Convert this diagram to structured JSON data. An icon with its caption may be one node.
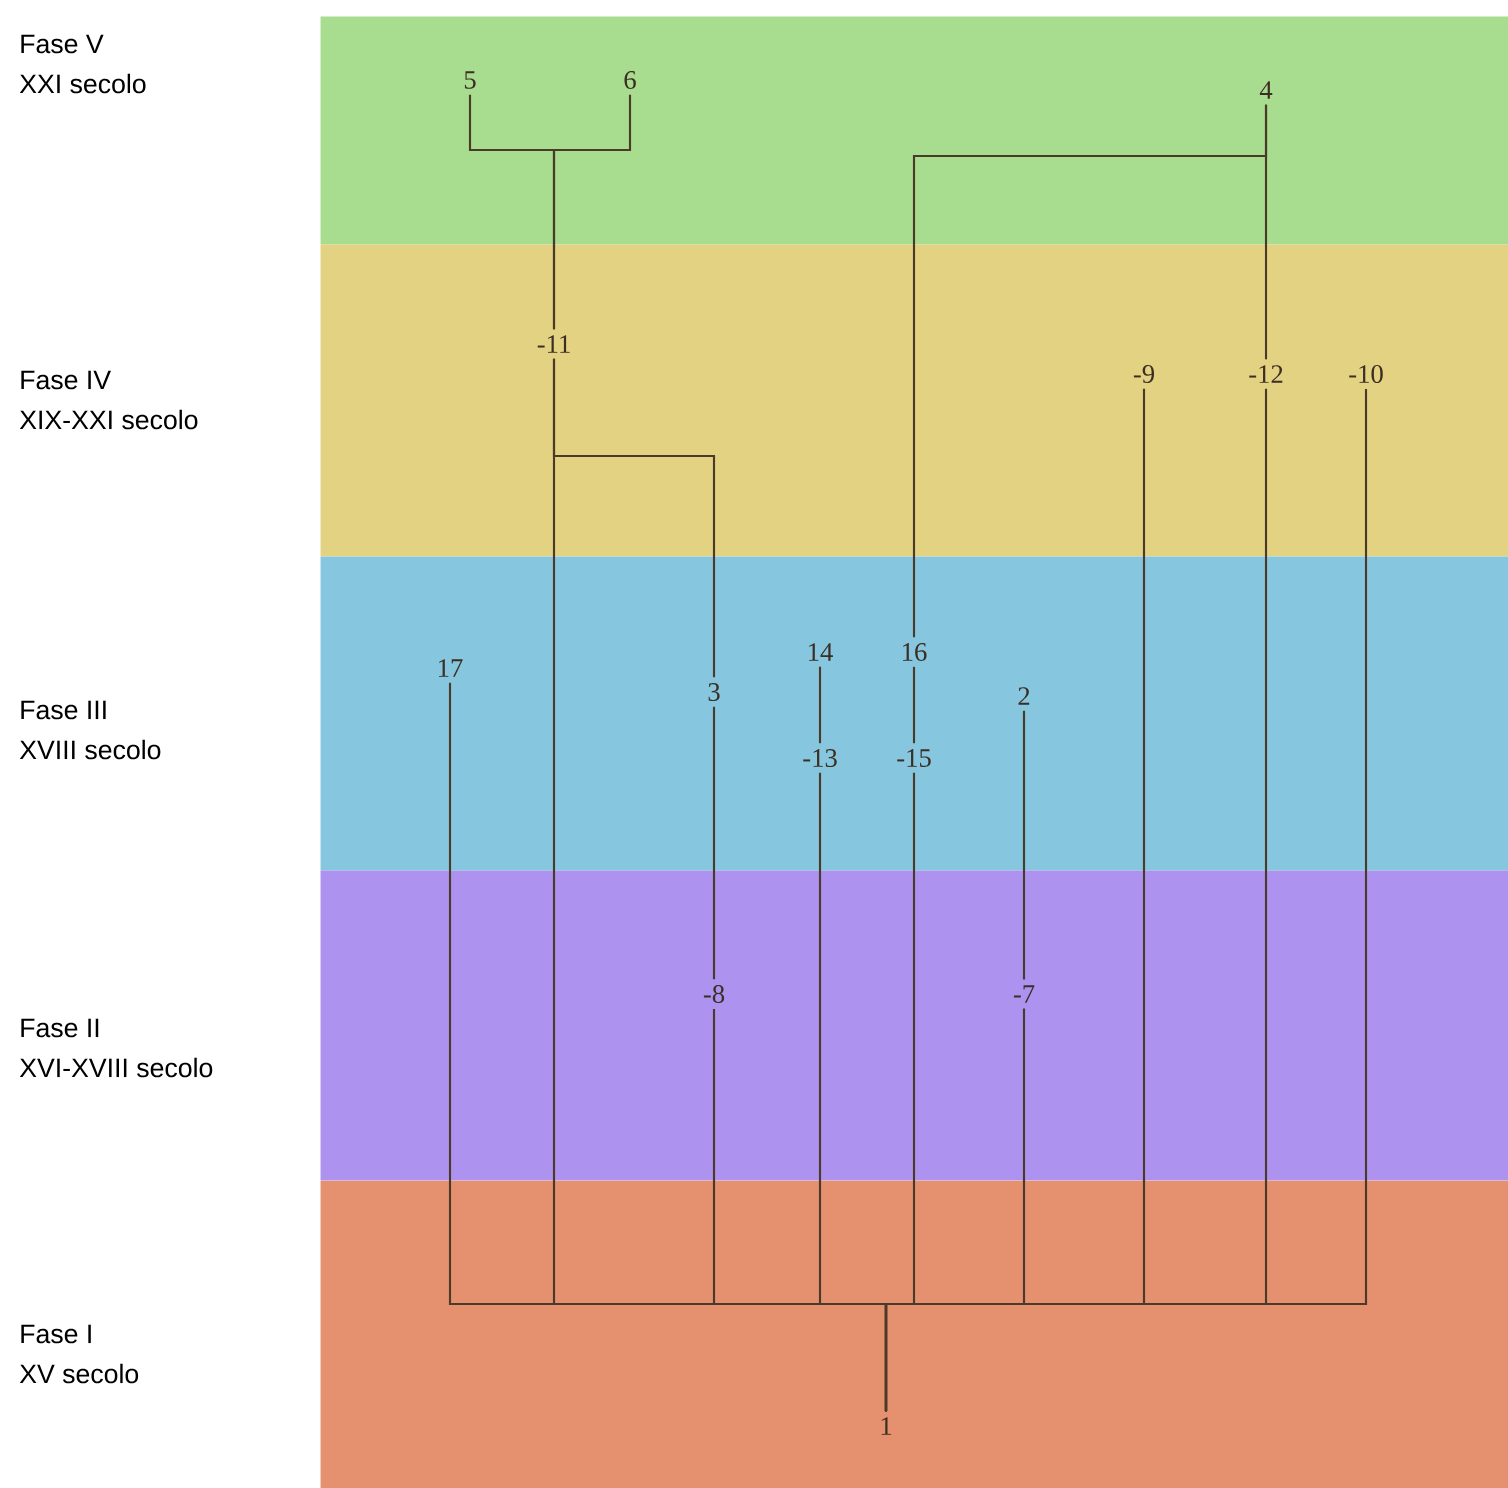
{
  "diagram": {
    "nodes": [
      {
        "text": [
          "Fase V",
          "XXI secolo"
        ]
      },
      {
        "text": [],
        "shape": "box"
      },
      {
        "text": [
          "5"
        ],
        "in": 1
      },
      {
        "text": [
          "6"
        ],
        "in": 1
      },
      {
        "text": [
          "4"
        ],
        "in": 1
      },
      {
        "text": [
          "Fase IV",
          "XIX-XXI secolo"
        ]
      },
      {
        "text": [],
        "shape": "box"
      },
      {
        "text": [
          "-11"
        ],
        "in": 6
      },
      {
        "text": [
          "-9"
        ],
        "in": 6
      },
      {
        "text": [
          "-12"
        ],
        "in": 6
      },
      {
        "text": [
          "-10"
        ],
        "in": 6
      },
      {
        "text": [
          "Fase III",
          "XVIII secolo"
        ]
      },
      {
        "text": [],
        "shape": "box"
      },
      {
        "text": [
          "17"
        ],
        "in": 12
      },
      {
        "text": [
          "14"
        ],
        "in": 12
      },
      {
        "text": [
          "16"
        ],
        "in": 12
      },
      {
        "text": [
          "3"
        ],
        "in": 12
      },
      {
        "text": [
          "2"
        ],
        "in": 12
      },
      {
        "text": [
          "-13"
        ],
        "in": 12
      },
      {
        "text": [
          "-15"
        ],
        "in": 12
      },
      {
        "text": [
          "Fase II",
          "XVI-XVIII secolo"
        ]
      },
      {
        "text": [],
        "shape": "box"
      },
      {
        "text": [
          "-8"
        ],
        "in": 21
      },
      {
        "text": [
          "-7"
        ],
        "in": 21
      },
      {
        "text": [
          "Fase I",
          "XV secolo"
        ]
      },
      {
        "text": [],
        "shape": "box"
      },
      {
        "text": [
          "1"
        ],
        "in": 25
      }
    ],
    "edges": [
      {
        "from": 2,
        "to": 7,
        "arrow": "none"
      },
      {
        "from": 3,
        "to": 7,
        "arrow": "none"
      },
      {
        "from": 4,
        "to": 9,
        "arrow": "none"
      },
      {
        "from": 4,
        "to": 15,
        "arrow": "none"
      },
      {
        "from": 7,
        "to": 16,
        "arrow": "none"
      },
      {
        "from": 7,
        "to": 26,
        "arrow": "none"
      },
      {
        "from": 8,
        "to": 26,
        "arrow": "none"
      },
      {
        "from": 9,
        "to": 26,
        "arrow": "none"
      },
      {
        "from": 10,
        "to": 26,
        "arrow": "none"
      },
      {
        "from": 13,
        "to": 26,
        "arrow": "none"
      },
      {
        "from": 16,
        "to": 22,
        "arrow": "none"
      },
      {
        "from": 14,
        "to": 18,
        "arrow": "none"
      },
      {
        "from": 15,
        "to": 19,
        "arrow": "none"
      },
      {
        "from": 17,
        "to": 23,
        "arrow": "none"
      },
      {
        "from": 22,
        "to": 26,
        "arrow": "none"
      },
      {
        "from": 18,
        "to": 26,
        "arrow": "none"
      },
      {
        "from": 19,
        "to": 26,
        "arrow": "none"
      },
      {
        "from": 23,
        "to": 26,
        "arrow": "none"
      }
    ]
  }
}
